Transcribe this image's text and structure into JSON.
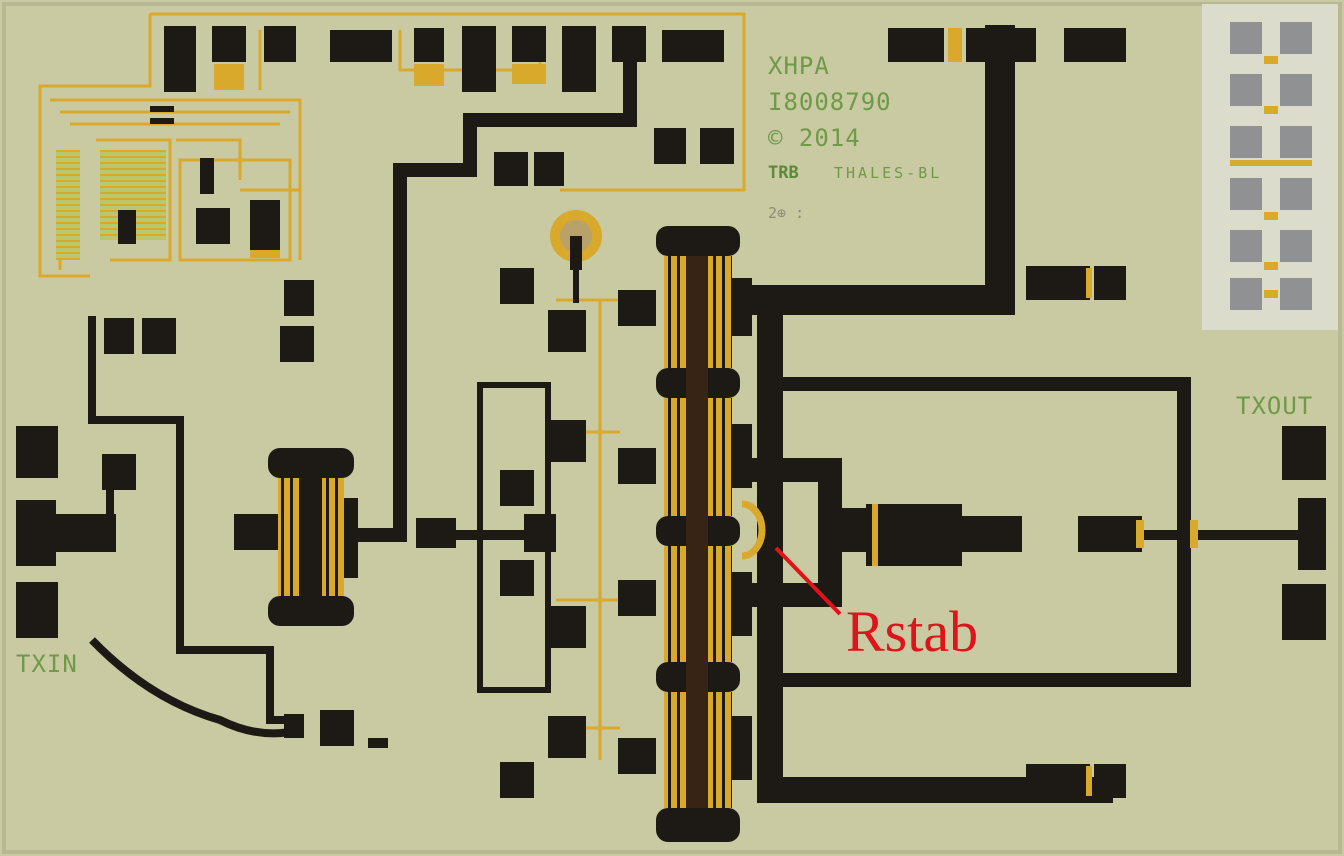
{
  "chip": {
    "name": "XHPA",
    "id": "I8008790",
    "copyright": "© 2014",
    "logo_mark": "TRB",
    "company": "THALES-BL",
    "marker": "2⊕ :"
  },
  "ports": {
    "input": "TXIN",
    "output": "TXOUT"
  },
  "annotation": {
    "label": "Rstab",
    "color": "#e0121a"
  },
  "colors": {
    "substrate": "#c9c9a2",
    "metal": "#1d1a16",
    "gold": "#d9a92c",
    "marking": "#6f9a48"
  }
}
